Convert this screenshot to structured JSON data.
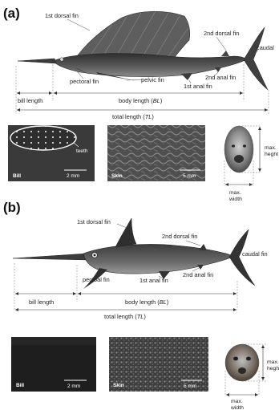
{
  "panels": [
    {
      "id": "a",
      "label": "(a)",
      "labels": {
        "dorsal1": "1st dorsal fin",
        "dorsal2": "2nd dorsal fin",
        "caudal": "caudal",
        "pectoral": "pectoral fin",
        "pelvic": "pelvic fin",
        "anal2": "2nd anal fin",
        "anal1": "1st anal fin",
        "bill_length": "bill length",
        "body_length_pre": "body length (",
        "body_length_abbr": "BL",
        "body_length_post": ")",
        "total_length_pre": "total length (",
        "total_length_abbr": "TL",
        "total_length_post": ")"
      },
      "photos": {
        "bill": "Bill",
        "teeth": "teeth",
        "bill_scale": "2 mm",
        "skin": "Skin",
        "skin_scale": "5 mm",
        "max_height": "max. heght",
        "max_width": "max. width"
      }
    },
    {
      "id": "b",
      "label": "(b)",
      "labels": {
        "dorsal1": "1st dorsal fin",
        "dorsal2": "2nd dorsal fin",
        "caudal": "caudal fin",
        "pectoral": "pectoal fin",
        "anal1": "1st anal fin",
        "anal2": "2nd anal fin",
        "bill_length": "bill length",
        "body_length_pre": "body length (",
        "body_length_abbr": "BL",
        "body_length_post": ")",
        "total_length_pre": "total length (",
        "total_length_abbr": "TL",
        "total_length_post": ")"
      },
      "photos": {
        "bill": "Bill",
        "bill_scale": "2 mm",
        "skin": "Skin",
        "skin_scale": "5 mm",
        "max_height": "max. heght",
        "max_width": "max. width"
      }
    }
  ],
  "colors": {
    "sailfish_body": "#4a4a4a",
    "sailfish_sail": "#6e6e6e",
    "swordfish_body": "#5a5a5a",
    "bill_photo_a": "#3a3a3a",
    "skin_photo_a": "#555555",
    "bill_photo_b": "#1c1c1c",
    "skin_photo_b": "#4a4a4a",
    "teeth_highlight": "#ffffff"
  }
}
